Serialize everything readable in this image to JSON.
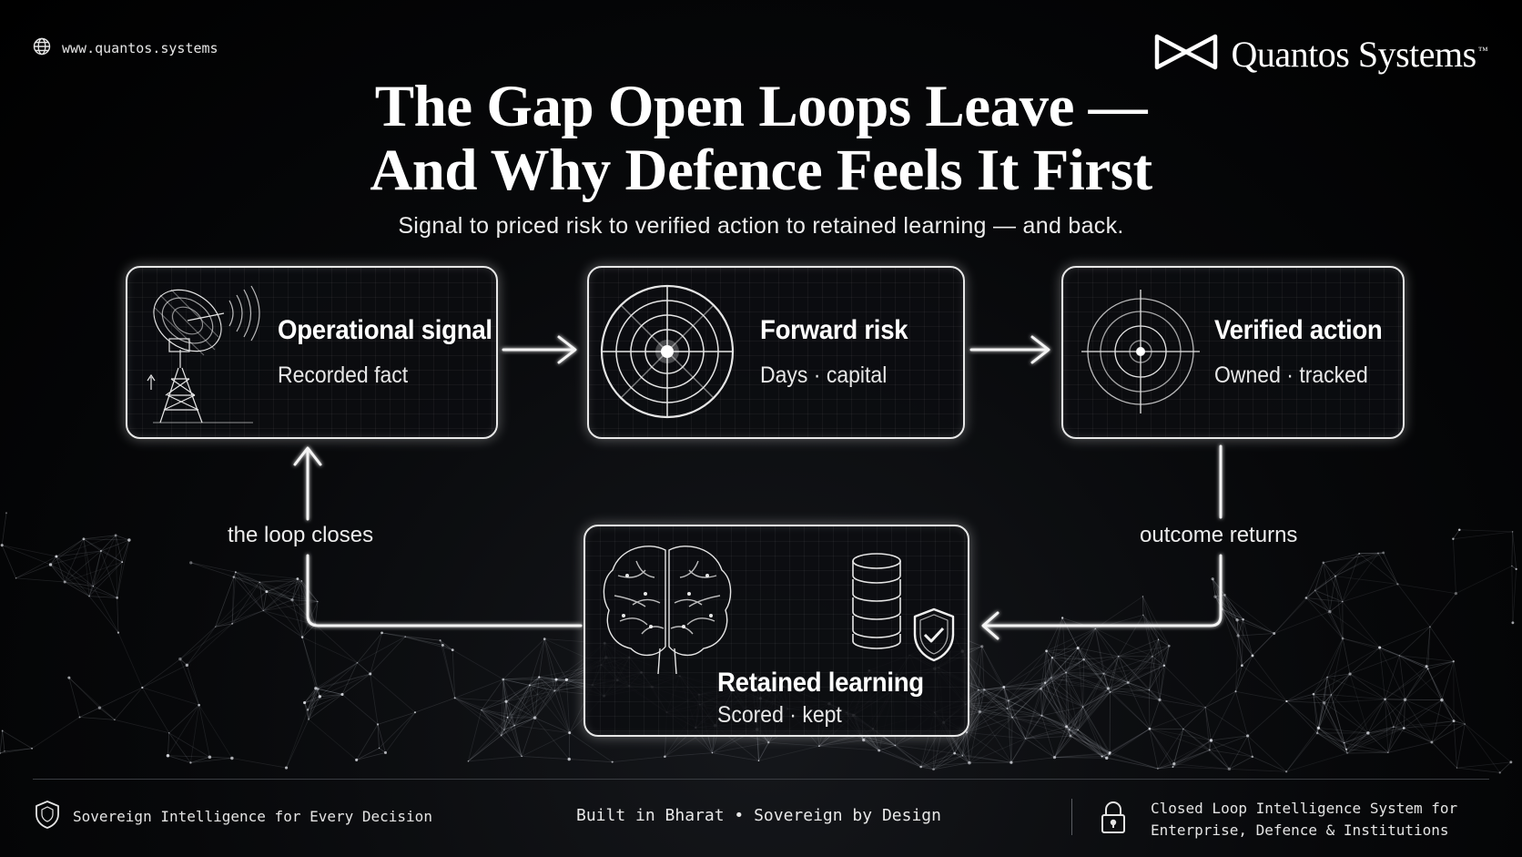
{
  "header": {
    "url": "www.quantos.systems",
    "brand": "Quantos Systems",
    "brand_mark": "™"
  },
  "title": {
    "line1": "The Gap Open Loops Leave —",
    "line2": "And Why Defence Feels It First"
  },
  "subtitle": "Signal to priced risk to verified action to retained learning — and back.",
  "nodes": {
    "signal": {
      "title": "Operational signal",
      "sub": "Recorded fact",
      "icon": "radar-dish-icon"
    },
    "risk": {
      "title": "Forward risk",
      "sub": "Days · capital",
      "icon": "target-radar-icon"
    },
    "action": {
      "title": "Verified action",
      "sub": "Owned · tracked",
      "icon": "crosshair-icon"
    },
    "learning": {
      "title": "Retained learning",
      "sub": "Scored · kept",
      "icon": "brain-database-shield-icon"
    }
  },
  "edges": {
    "outcome": "outcome returns",
    "closes": "the loop closes"
  },
  "footer": {
    "left": "Sovereign Intelligence for Every Decision",
    "middle": "Built in Bharat  •  Sovereign by Design",
    "right_line1": "Closed Loop Intelligence System for",
    "right_line2": "Enterprise, Defence & Institutions"
  },
  "colors": {
    "background": "#000000",
    "foreground": "#ffffff",
    "accent_glow": "#e8e8e8"
  }
}
